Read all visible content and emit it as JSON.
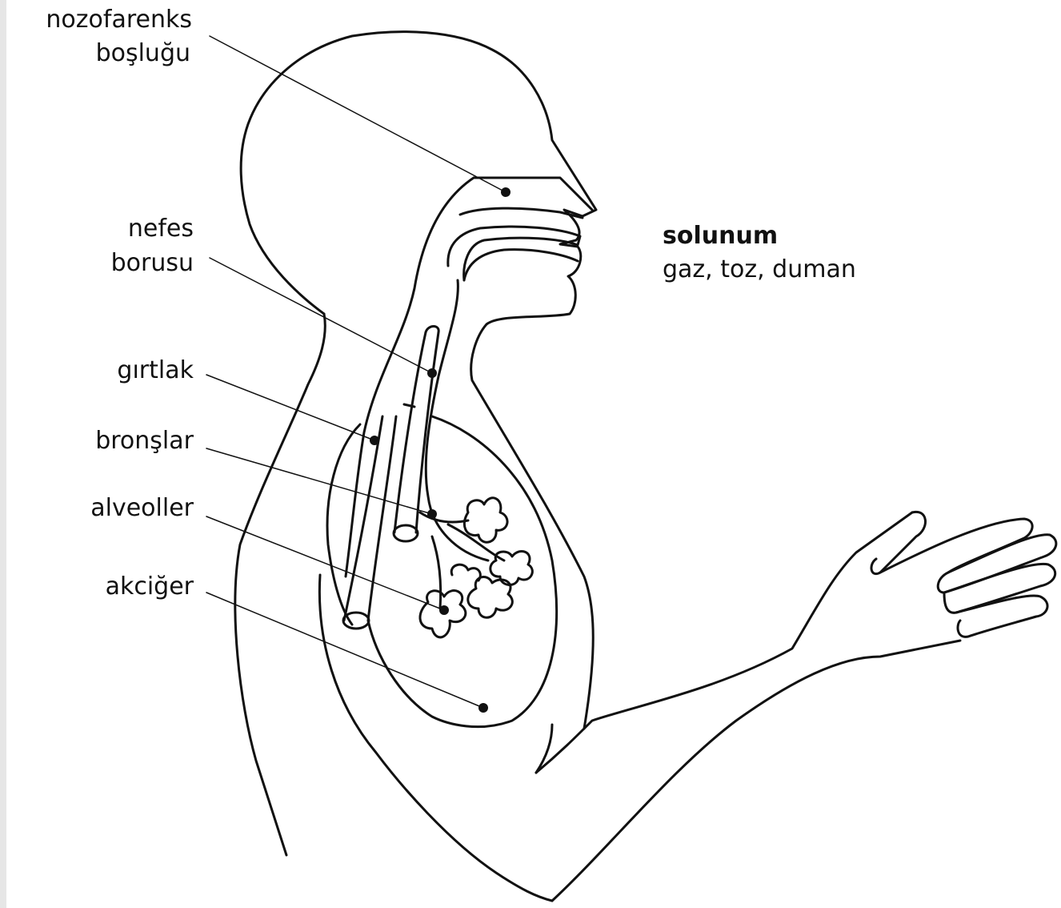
{
  "labels": {
    "nasopharynx_line1": "nozofarenks",
    "nasopharynx_line2": "boşluğu",
    "trachea_line1": "nefes",
    "trachea_line2": "borusu",
    "larynx": "gırtlak",
    "bronchi": "bronşlar",
    "alveoli": "alveoller",
    "lung": "akciğer"
  },
  "route": {
    "title": "solunum",
    "items": "gaz, toz, duman"
  },
  "colors": {
    "ink": "#111111",
    "background": "#ffffff"
  }
}
